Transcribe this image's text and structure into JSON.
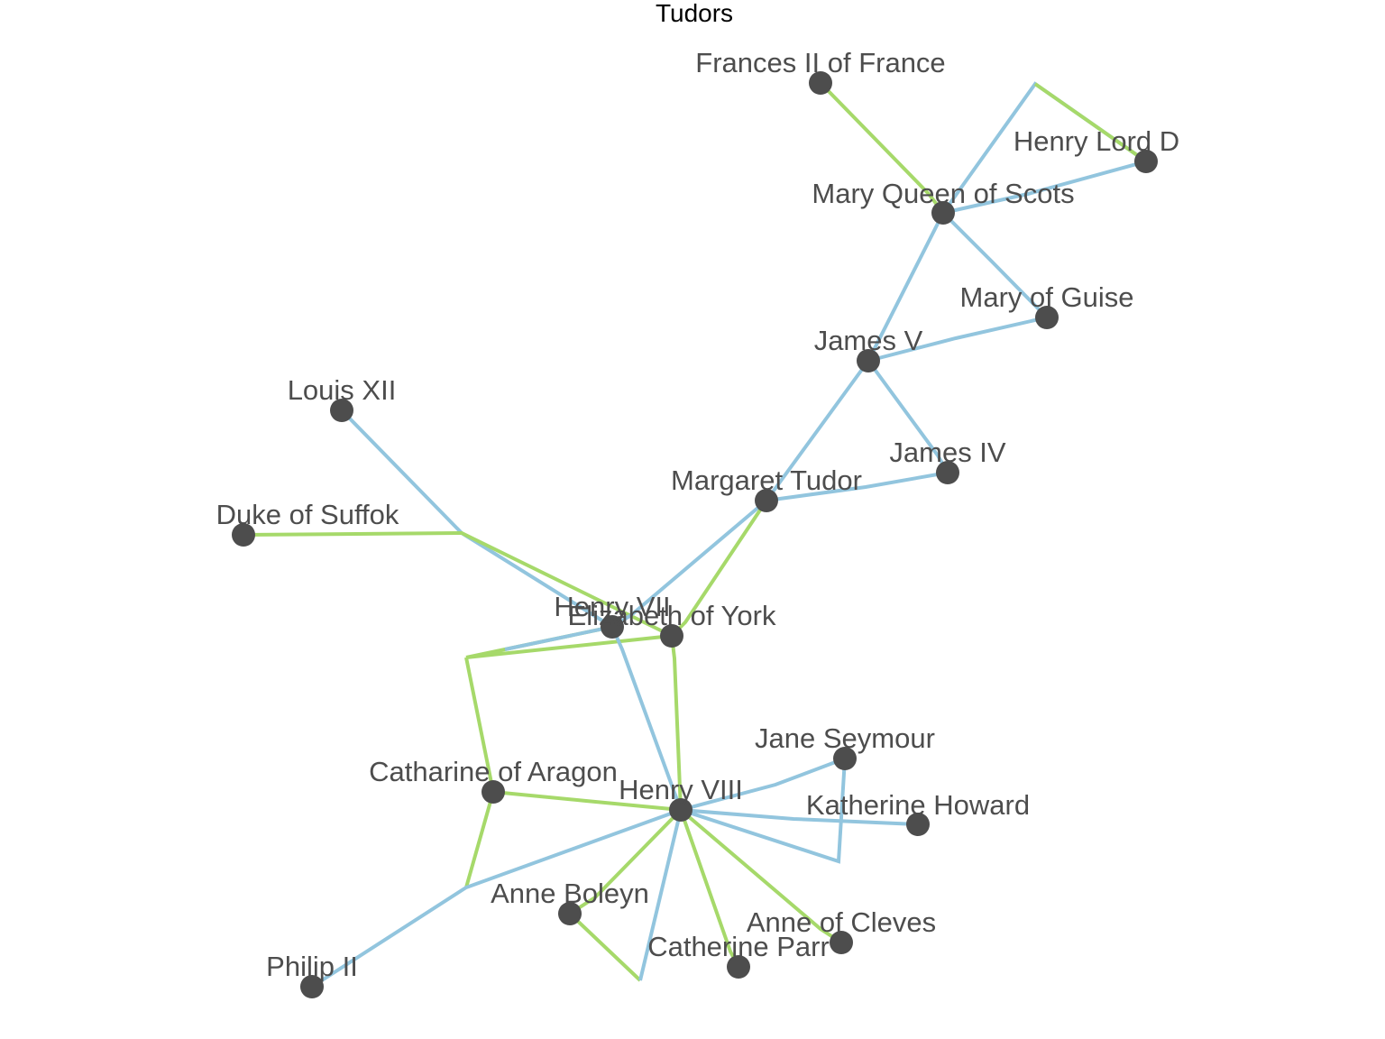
{
  "title": "Tudors",
  "colors": {
    "marriage_edge": "#a6d96a",
    "descent_edge": "#92c5de",
    "node": "#4d4d4d",
    "label": "#4d4d4d"
  },
  "nodes": [
    {
      "id": "frances",
      "label": "Frances II of France"
    },
    {
      "id": "darnley",
      "label": "Henry Lord D"
    },
    {
      "id": "mqs",
      "label": "Mary Queen of Scots"
    },
    {
      "id": "guise",
      "label": "Mary of Guise"
    },
    {
      "id": "james5",
      "label": "James V"
    },
    {
      "id": "louis",
      "label": "Louis XII"
    },
    {
      "id": "james4",
      "label": "James IV"
    },
    {
      "id": "margaret",
      "label": "Margaret Tudor"
    },
    {
      "id": "suffolk",
      "label": "Duke of Suffok"
    },
    {
      "id": "henry7",
      "label": "Henry VII"
    },
    {
      "id": "elizabeth",
      "label": "Elizabeth of York"
    },
    {
      "id": "jane",
      "label": "Jane Seymour"
    },
    {
      "id": "catharine",
      "label": "Catharine of Aragon"
    },
    {
      "id": "henry8",
      "label": "Henry VIII"
    },
    {
      "id": "katherine",
      "label": "Katherine Howard"
    },
    {
      "id": "anne_b",
      "label": "Anne Boleyn"
    },
    {
      "id": "anne_c",
      "label": "Anne of Cleves"
    },
    {
      "id": "catherine_p",
      "label": "Catherine Parr"
    },
    {
      "id": "philip",
      "label": "Philip II"
    }
  ]
}
